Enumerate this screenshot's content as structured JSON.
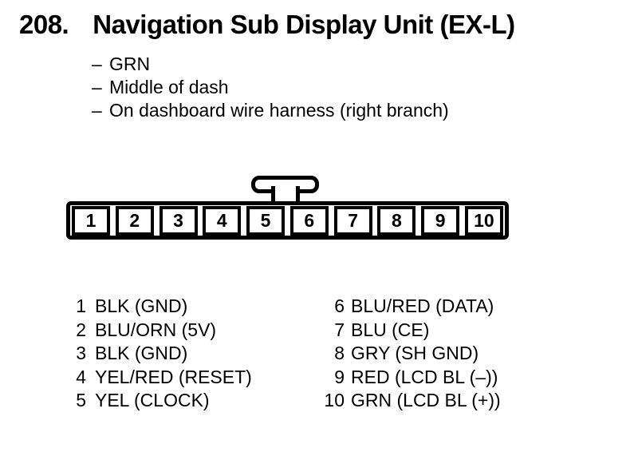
{
  "title": {
    "number": "208.",
    "text": "Navigation Sub Display Unit (EX-L)"
  },
  "details": {
    "marker": "–",
    "items": [
      "GRN",
      "Middle of dash",
      "On dashboard wire harness (right branch)"
    ]
  },
  "connector": {
    "pins": [
      "1",
      "2",
      "3",
      "4",
      "5",
      "6",
      "7",
      "8",
      "9",
      "10"
    ]
  },
  "pin_table": {
    "left": [
      {
        "num": "1",
        "label": "BLK (GND)"
      },
      {
        "num": "2",
        "label": "BLU/ORN (5V)"
      },
      {
        "num": "3",
        "label": "BLK (GND)"
      },
      {
        "num": "4",
        "label": "YEL/RED (RESET)"
      },
      {
        "num": "5",
        "label": "YEL (CLOCK)"
      }
    ],
    "right": [
      {
        "num": "6",
        "label": "BLU/RED (DATA)"
      },
      {
        "num": "7",
        "label": "BLU (CE)"
      },
      {
        "num": "8",
        "label": "GRY (SH GND)"
      },
      {
        "num": "9",
        "label": "RED (LCD BL (–))"
      },
      {
        "num": "10",
        "label": "GRN (LCD BL (+))"
      }
    ]
  },
  "colors": {
    "ink": "#000000",
    "paper": "#ffffff"
  }
}
